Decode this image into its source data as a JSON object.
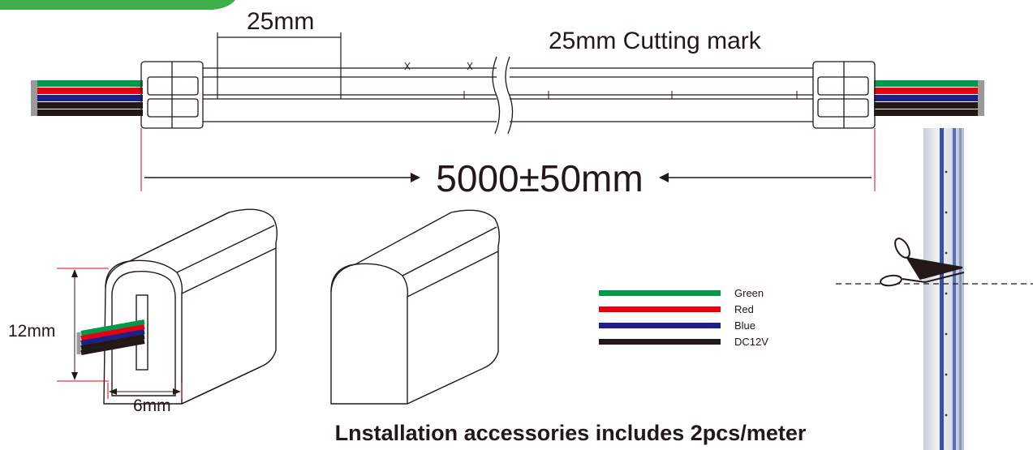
{
  "dimensions": {
    "pitch": "25mm",
    "cutting_mark": "25mm Cutting mark",
    "total_length": "5000±50mm",
    "height": "12mm",
    "width": "6mm"
  },
  "wire_legend": [
    {
      "label": "Green",
      "color": "#00984A"
    },
    {
      "label": "Red",
      "color": "#E60012"
    },
    {
      "label": "Blue",
      "color": "#1D2088"
    },
    {
      "label": "DC12V",
      "color": "#231815"
    }
  ],
  "footer": {
    "caption": "Lnstallation accessories includes 2pcs/meter"
  },
  "colors": {
    "accent_tab": "#3DAE4A",
    "dimension_red": "#E60012",
    "strip_blue": "#3A4FA8",
    "line": "#231815"
  }
}
